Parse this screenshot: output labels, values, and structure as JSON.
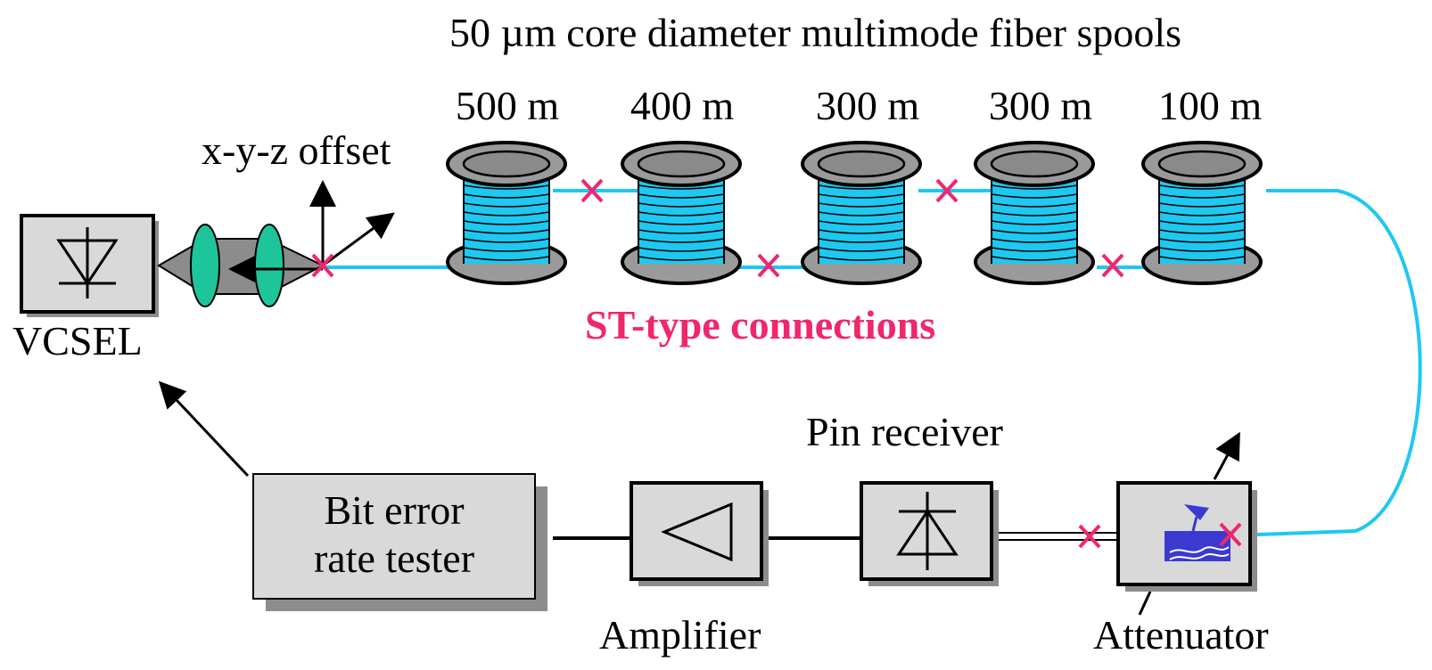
{
  "title": "50 µm core diameter multimode fiber spools",
  "spools": [
    {
      "length": "500 m"
    },
    {
      "length": "400 m"
    },
    {
      "length": "300 m"
    },
    {
      "length": "300 m"
    },
    {
      "length": "100 m"
    }
  ],
  "offset_label": "x-y-z offset",
  "source_label": "VCSEL",
  "connections_label": "ST-type connections",
  "ber_label_line1": "Bit error",
  "ber_label_line2": "rate tester",
  "amplifier_label": "Amplifier",
  "receiver_label": "Pin receiver",
  "attenuator_label": "Attenuator",
  "colors": {
    "fiber": "#1ec8f0",
    "connector": "#f0266e",
    "lens": "#1ec59a",
    "box": "#d9d9d9",
    "box_shadow": "#8c8c8c",
    "spool_flange": "#9a9a9a",
    "attenuator_icon": "#3a3ad0"
  },
  "icons": [
    "diode-icon",
    "amplifier-triangle-icon",
    "attenuator-icon",
    "lens-icon",
    "fiber-spool-icon",
    "connector-x-icon"
  ]
}
